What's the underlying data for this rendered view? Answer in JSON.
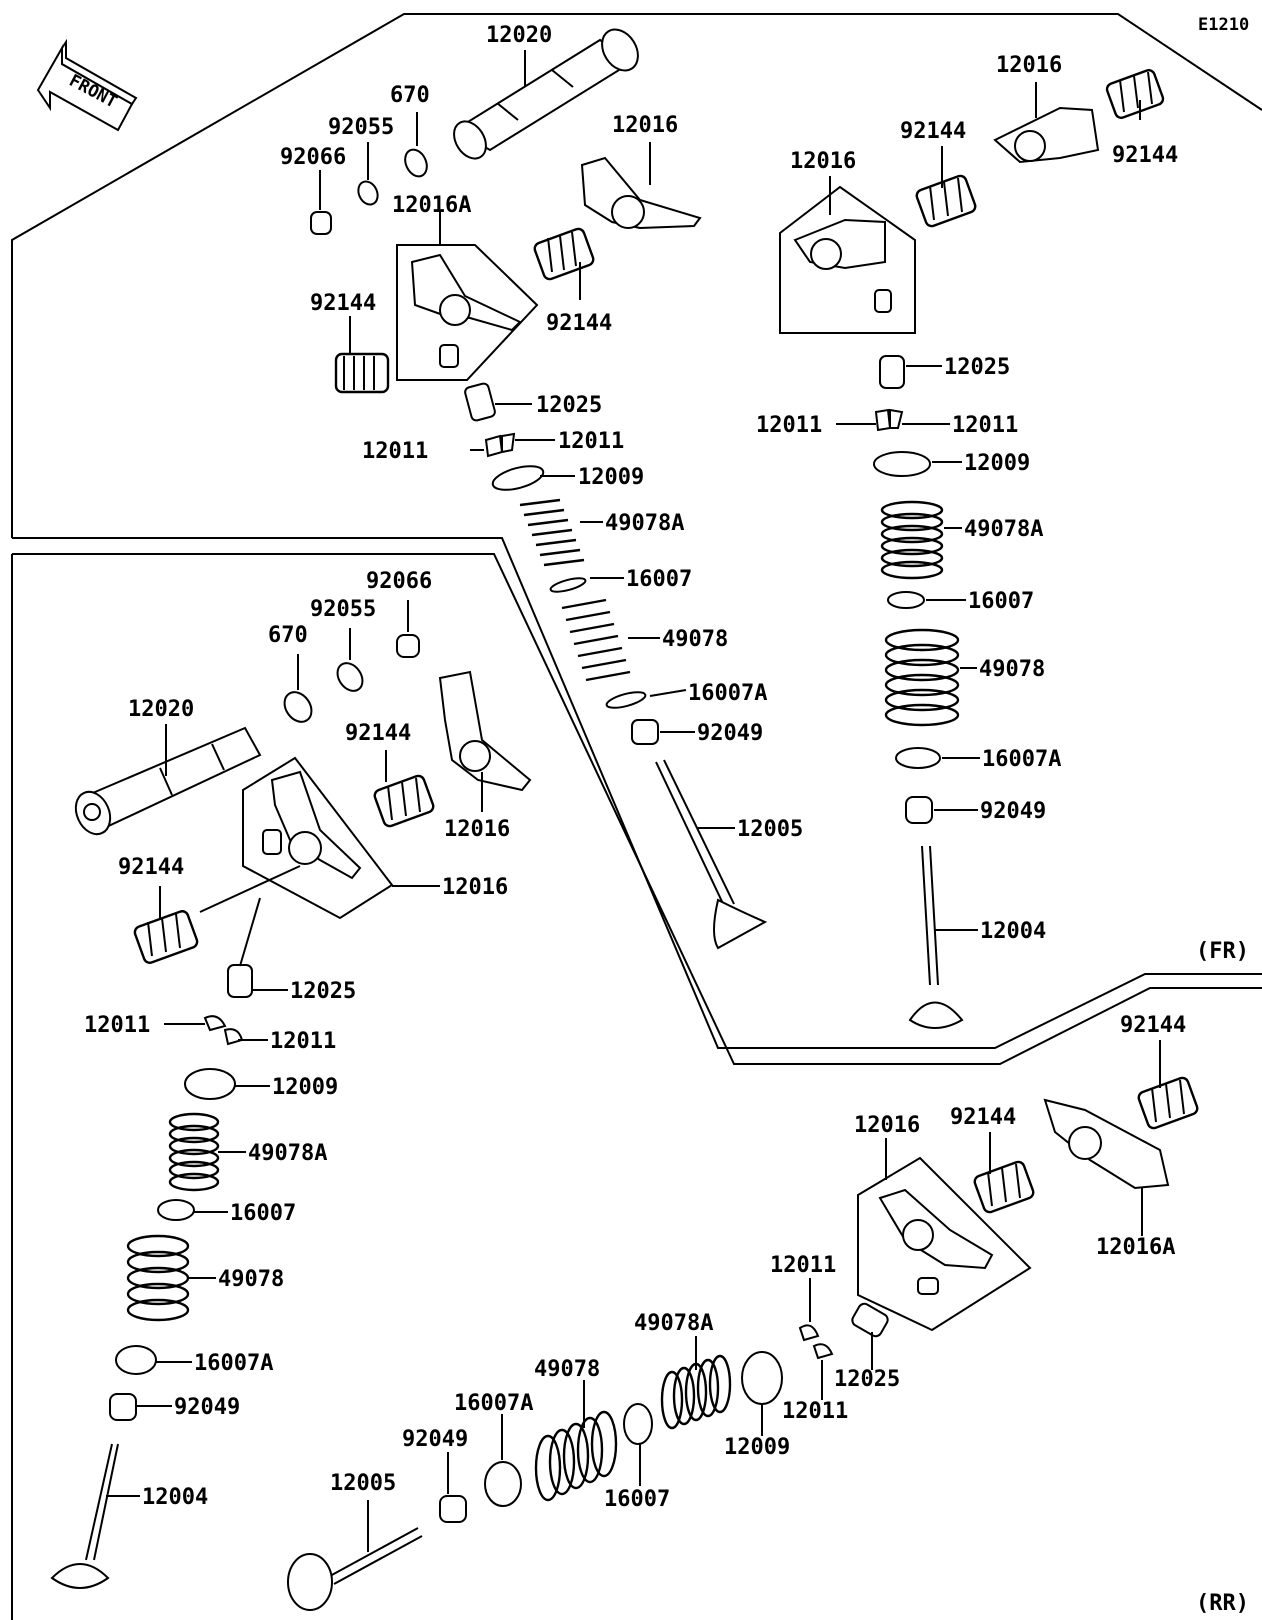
{
  "diagram_code": "E1210",
  "front_label": "FRONT",
  "sections": {
    "front": "(FR)",
    "rear": "(RR)"
  },
  "labels": [
    "12020",
    "670",
    "92055",
    "92066",
    "12016A",
    "12016",
    "92144",
    "92144",
    "12025",
    "12011",
    "12011",
    "12009",
    "49078A",
    "16007",
    "49078",
    "16007A",
    "92049",
    "12005",
    "12016",
    "92144",
    "92144",
    "12016",
    "12025",
    "12011",
    "12011",
    "12009",
    "49078A",
    "16007",
    "49078",
    "16007A",
    "92049",
    "12004",
    "92066",
    "92055",
    "670",
    "12020",
    "92144",
    "12016",
    "92144",
    "12016",
    "12025",
    "12011",
    "12011",
    "12009",
    "49078A",
    "16007",
    "49078",
    "16007A",
    "92049",
    "12004",
    "92144",
    "12016",
    "92144",
    "12016A",
    "12011",
    "12025",
    "12011",
    "49078A",
    "12009",
    "49078",
    "16007A",
    "92049",
    "16007",
    "12005"
  ]
}
